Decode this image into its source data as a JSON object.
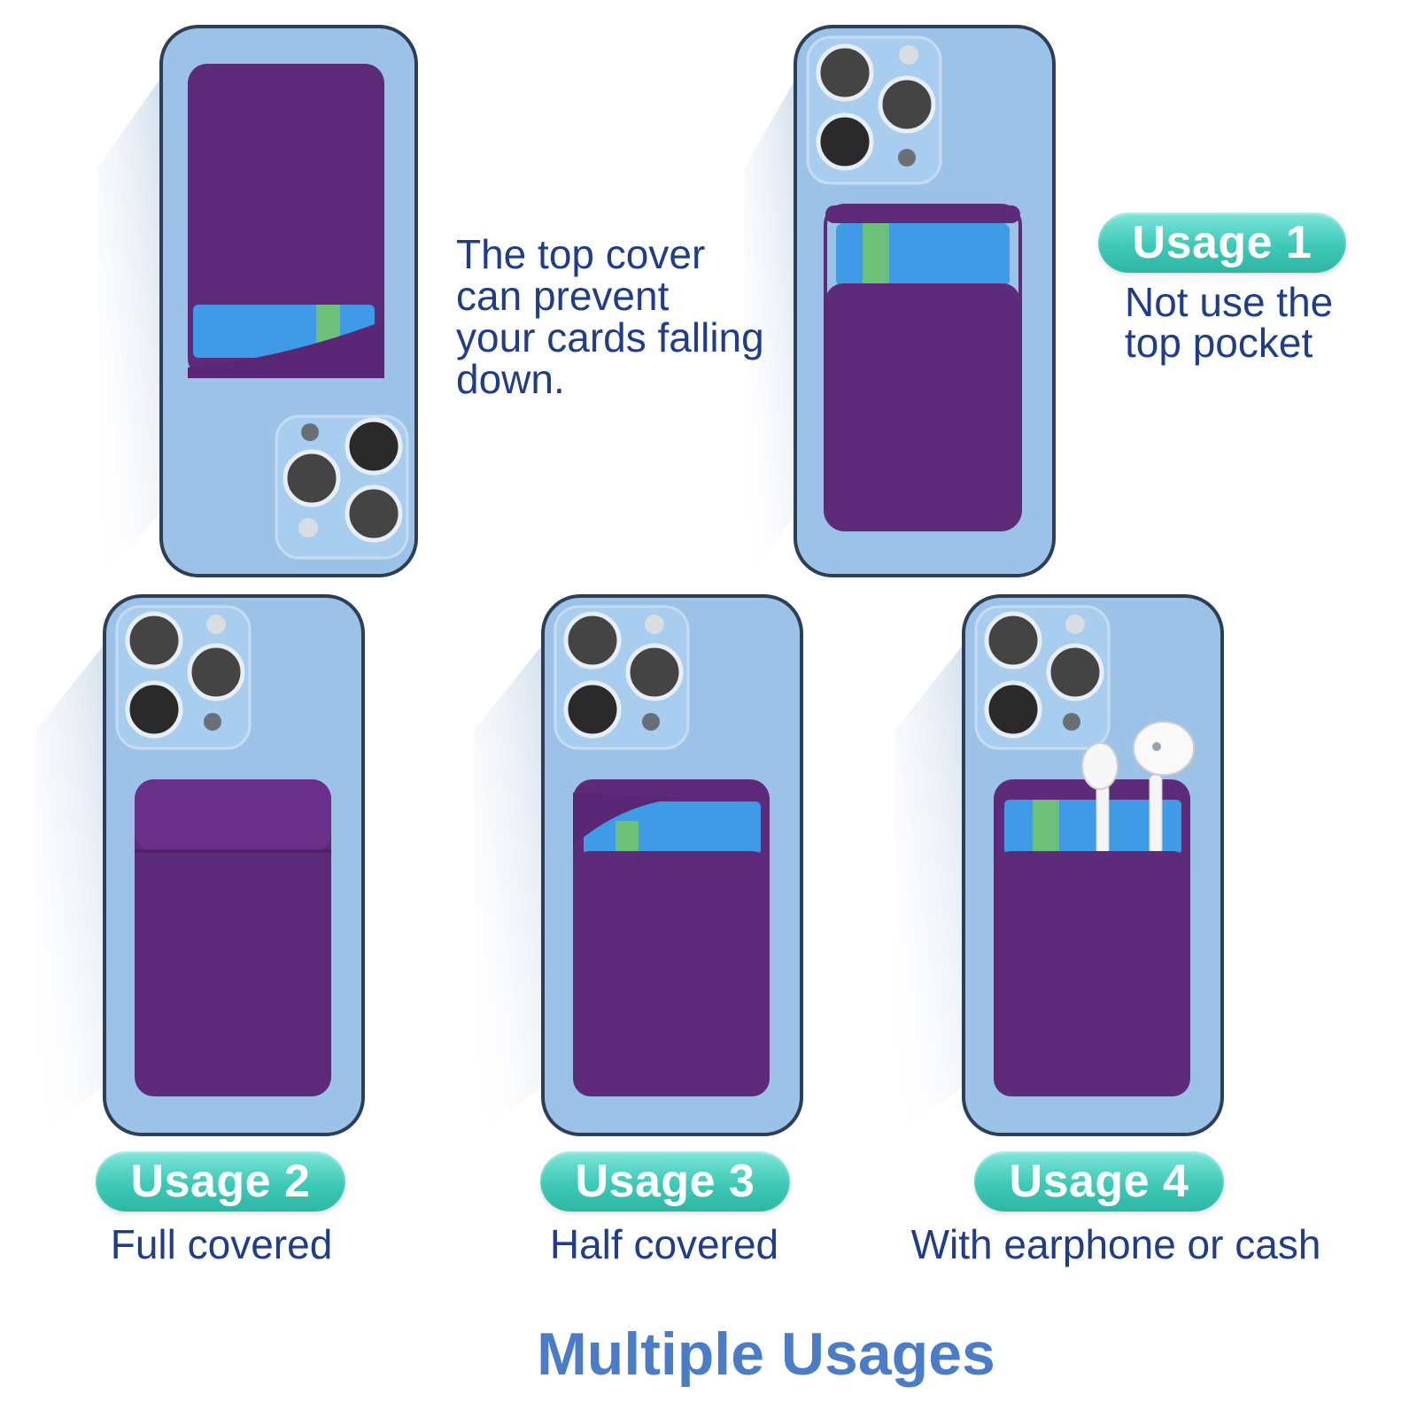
{
  "colors": {
    "phone_body": "#9dc2e8",
    "phone_frame": "#2d3e55",
    "pocket_purple": "#5e2a7a",
    "card_blue": "#3f9be6",
    "card_green": "#6cc07a",
    "pill_teal": "#3ec9b6",
    "text_navy": "#1f3d8a",
    "title_blue": "#4a7cc7"
  },
  "panels": [
    {
      "id": "top-cover",
      "variant": "top-cover",
      "description_text": "The top cover\ncan prevent\nyour cards falling\ndown."
    },
    {
      "id": "usage-1",
      "variant": "open-pocket",
      "badge": "Usage 1",
      "caption": "Not use the\ntop pocket"
    },
    {
      "id": "usage-2",
      "variant": "full-covered",
      "badge": "Usage 2",
      "caption": "Full covered"
    },
    {
      "id": "usage-3",
      "variant": "half-covered",
      "badge": "Usage 3",
      "caption": "Half covered"
    },
    {
      "id": "usage-4",
      "variant": "earphone",
      "badge": "Usage 4",
      "caption": "With earphone or cash"
    }
  ],
  "title": "Multiple Usages",
  "icons": [
    "phone-camera-icon",
    "credit-card-icon",
    "earphone-icon"
  ]
}
